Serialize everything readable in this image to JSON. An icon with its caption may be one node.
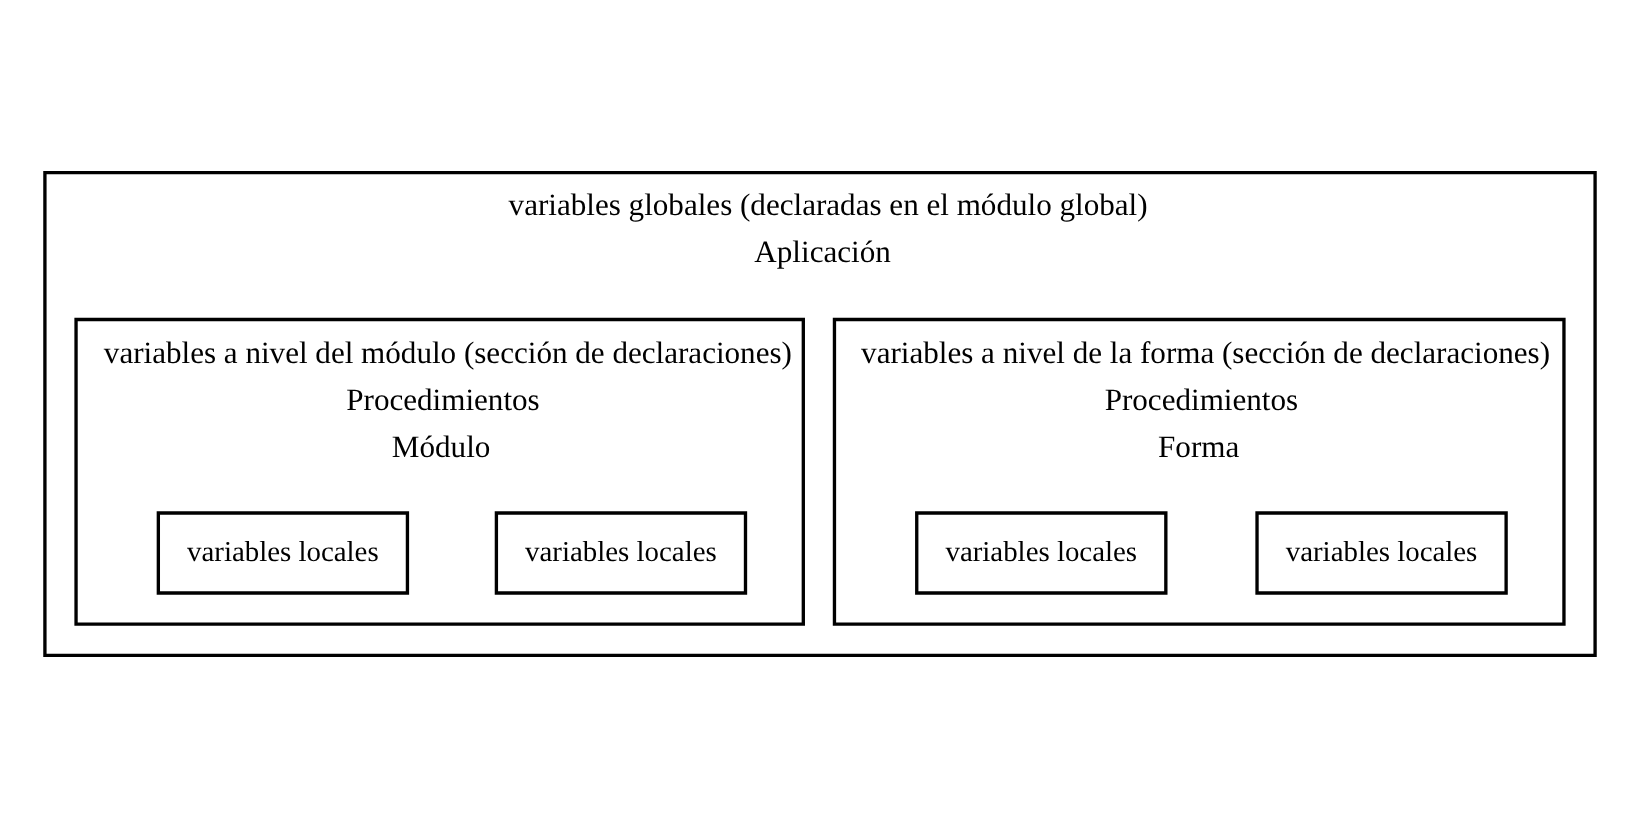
{
  "diagram": {
    "nodes": [
      {
        "text": [
          "variables globales (declaradas en el módulo global)",
          "Aplicación"
        ]
      },
      {
        "text": [
          "variables a nivel de la forma (sección de declaraciones)",
          "Procedimientos",
          "Forma"
        ],
        "in": 0
      },
      {
        "text": [
          "variables locales"
        ],
        "in": 1
      },
      {
        "text": [
          "variables locales"
        ],
        "in": 1
      },
      {
        "text": [
          "variables a nivel del módulo (sección de declaraciones)",
          "Procedimientos",
          "Módulo"
        ],
        "in": 0
      },
      {
        "text": [
          "variables locales"
        ],
        "in": 4
      },
      {
        "text": [
          "variables locales"
        ],
        "in": 4
      }
    ],
    "edges": []
  }
}
